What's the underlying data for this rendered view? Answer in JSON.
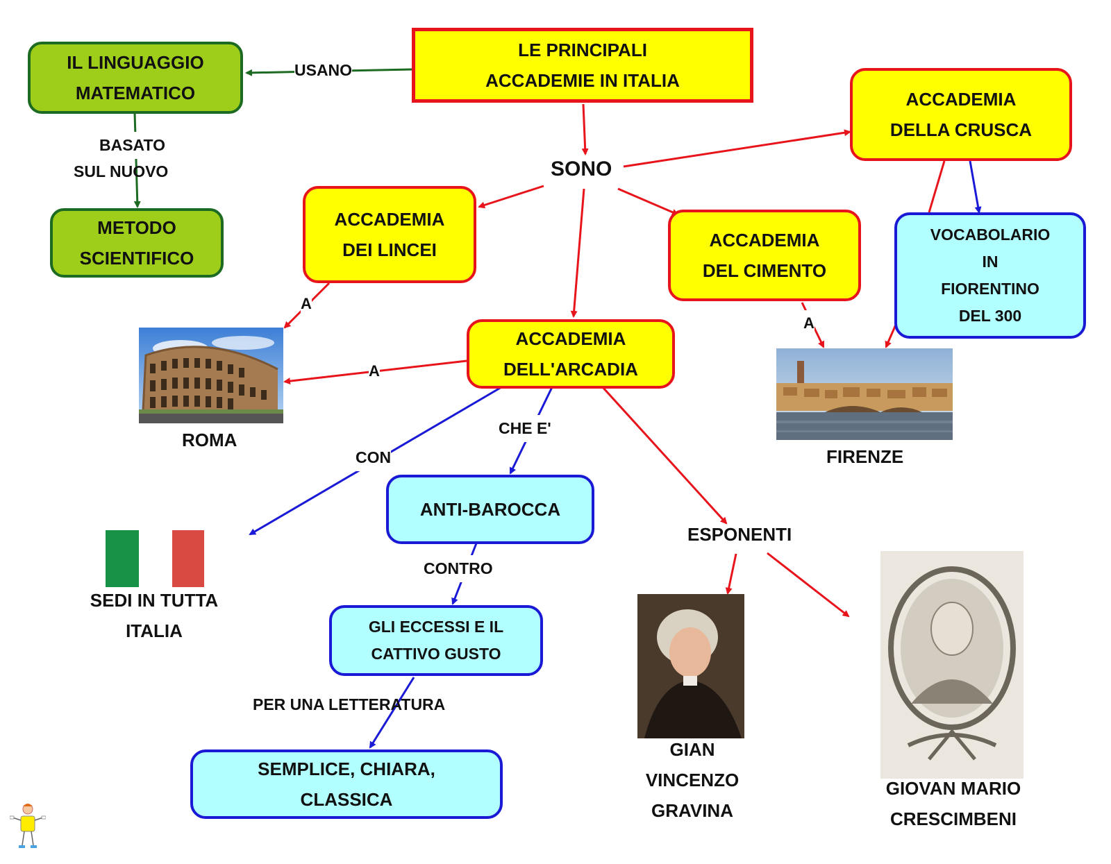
{
  "colors": {
    "red_edge": "#e8141c",
    "blue_edge": "#1a1ad6",
    "green_edge": "#1d6b22",
    "yellow": "#ffff00",
    "green": "#9fce1a",
    "cyan": "#b2ffff"
  },
  "nodes": {
    "title": "LE     PRINCIPALI\nACCADEMIE     IN    ITALIA",
    "linguaggio": "IL     LINGUAGGIO\nMATEMATICO",
    "metodo": "METODO\nSCIENTIFICO",
    "crusca": "ACCADEMIA\nDELLA     CRUSCA",
    "lincei": "ACCADEMIA\nDEI    LINCEI",
    "cimento": "ACCADEMIA\nDEL     CIMENTO",
    "vocabolario": "VOCABOLARIO\nIN\nFIORENTINO\nDEL    300",
    "arcadia": "ACCADEMIA\nDELL'ARCADIA",
    "antibarocca": "ANTI-BAROCCA",
    "eccessi": "GLI     ECCESSI     E  IL\nCATTIVO      GUSTO",
    "semplice": "SEMPLICE,      CHIARA,\nCLASSICA"
  },
  "labels": {
    "usano": "USANO",
    "basato": "BASATO",
    "sul_nuovo": "SUL     NUOVO",
    "sono": "SONO",
    "a_lincei": "A",
    "a_arcadia": "A",
    "a_cimento": "A",
    "che_e": "CHE    E'",
    "con": "CON",
    "contro": "CONTRO",
    "per_una": "PER     UNA        LETTERATURA",
    "esponenti": "ESPONENTI",
    "roma": "ROMA",
    "firenze": "FIRENZE",
    "sedi": "SEDI    IN     TUTTA\nITALIA",
    "gravina": "GIAN\nVINCENZO\nGRAVINA",
    "crescimbeni": "GIOVAN      MARIO\nCRESCIMBENI"
  }
}
